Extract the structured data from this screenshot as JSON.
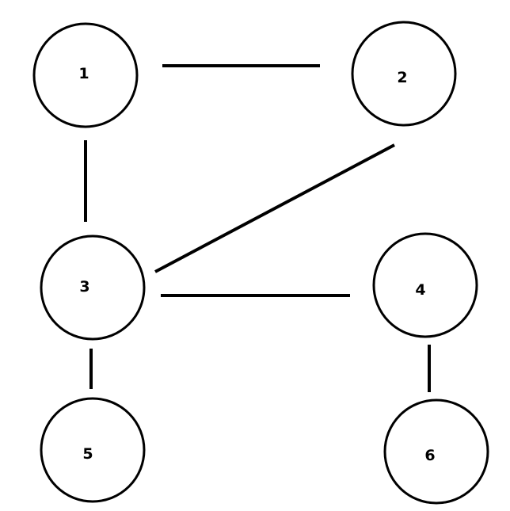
{
  "diagram": {
    "type": "undirected-graph",
    "nodes": [
      {
        "id": "1",
        "label": "1"
      },
      {
        "id": "2",
        "label": "2"
      },
      {
        "id": "3",
        "label": "3"
      },
      {
        "id": "4",
        "label": "4"
      },
      {
        "id": "5",
        "label": "5"
      },
      {
        "id": "6",
        "label": "6"
      }
    ],
    "edges": [
      {
        "from": "1",
        "to": "2"
      },
      {
        "from": "1",
        "to": "3"
      },
      {
        "from": "2",
        "to": "3"
      },
      {
        "from": "3",
        "to": "4"
      },
      {
        "from": "3",
        "to": "5"
      },
      {
        "from": "4",
        "to": "6"
      }
    ],
    "colors": {
      "stroke": "#000000",
      "background": "#ffffff"
    }
  }
}
